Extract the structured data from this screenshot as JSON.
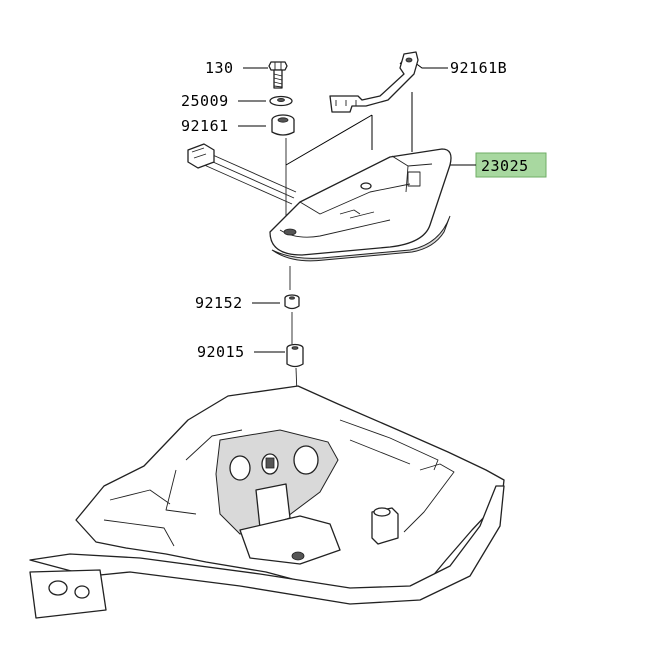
{
  "parts": [
    {
      "id": "130",
      "label": "130"
    },
    {
      "id": "25009",
      "label": "25009"
    },
    {
      "id": "92161",
      "label": "92161"
    },
    {
      "id": "92161B",
      "label": "92161B"
    },
    {
      "id": "23025",
      "label": "23025",
      "highlight_color": "#a8d8a0"
    },
    {
      "id": "92152",
      "label": "92152"
    },
    {
      "id": "92015",
      "label": "92015"
    }
  ],
  "colors": {
    "highlight": "#a8d8a0",
    "line": "#222222",
    "background": "#ffffff"
  }
}
